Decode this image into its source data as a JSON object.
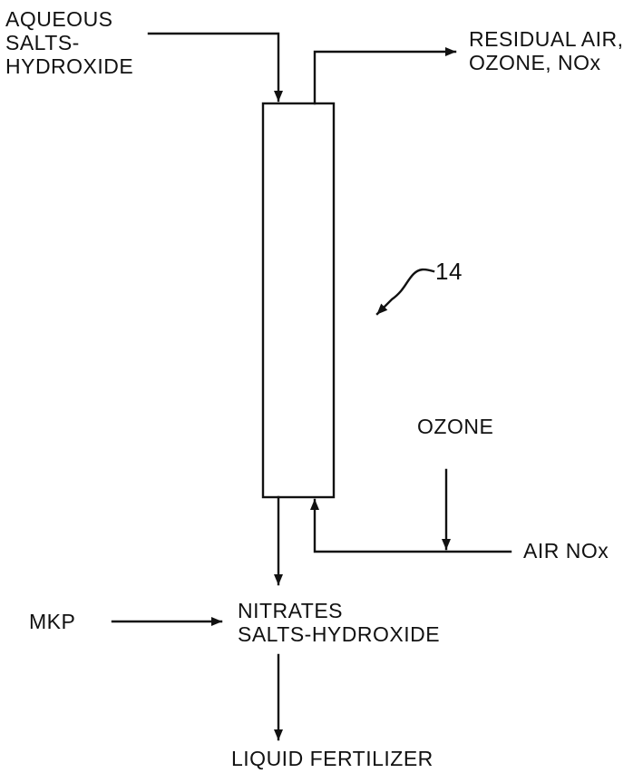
{
  "labels": {
    "aqueous_feed": [
      "AQUEOUS",
      "SALTS-",
      "HYDROXIDE"
    ],
    "residual_gas": [
      "RESIDUAL AIR,",
      "OZONE, NOx"
    ],
    "reference_numeral": "14",
    "ozone": "OZONE",
    "air_nox": "AIR NOx",
    "mkp": "MKP",
    "nitrates": [
      "NITRATES",
      "SALTS-HYDROXIDE"
    ],
    "liquid_fertilizer": "LIQUID FERTILIZER"
  },
  "colors": {
    "ink": "#111111",
    "background": "#ffffff"
  }
}
